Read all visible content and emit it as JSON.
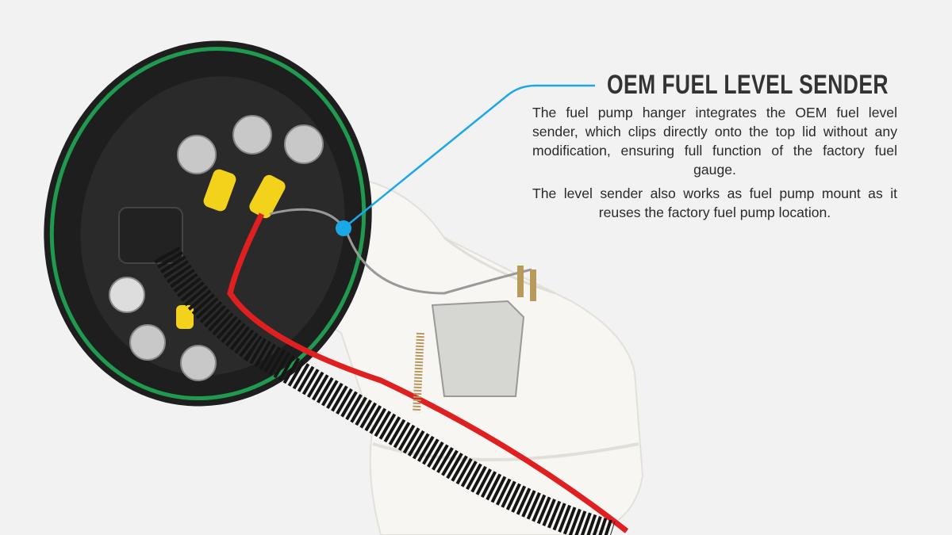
{
  "callout": {
    "title": "OEM FUEL LEVEL SENDER",
    "paragraphs": [
      "The fuel pump hanger integrates the OEM fuel level sender, which clips directly onto the top lid without any modification, ensuring full function of the factory fuel gauge.",
      "The level sender also works as fuel pump mount as it reuses the factory fuel pump location."
    ],
    "accent_color": "#1aa8e8"
  },
  "product": {
    "name": "fuel-pump-hanger",
    "ring_color": "#1f9a4e",
    "wire_color": "#e02020",
    "terminal_color": "#f2d21a"
  }
}
